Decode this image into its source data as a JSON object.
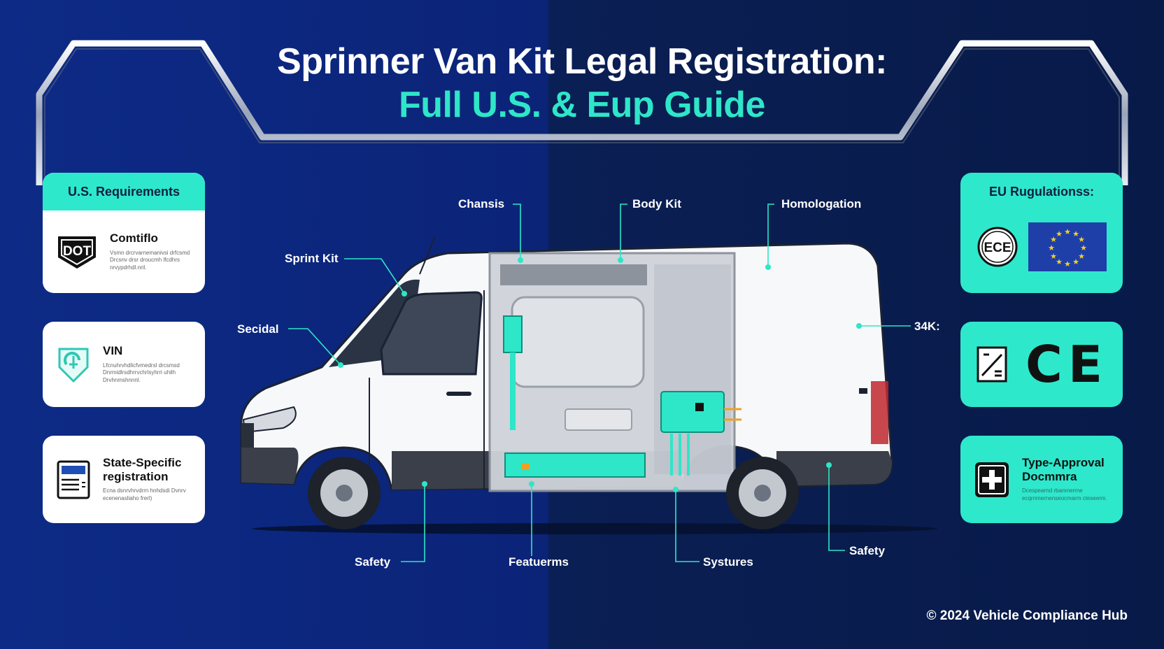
{
  "title": {
    "line1": "Sprinner Van Kit Legal Registration:",
    "line2": "Full U.S. & Eup Guide"
  },
  "us_panel": {
    "header": "U.S. Requirements",
    "cards": [
      {
        "icon": "dot-shield-icon",
        "icon_text": "DOT",
        "title": "Comtiflo",
        "desc": "Vsmn drcrvarnemanivsi drfcsmd Drcsnv drsr droucmh lfcdhrs nrvypdrhdl.nril."
      },
      {
        "icon": "vin-shield-icon",
        "title": "VIN",
        "desc": "Lfcnuhrvhdlicfvmedrsl drcsmsd Dnrmidlrsdhrrvchrlsyhrri uhilh Drvhnmshnnnl."
      },
      {
        "icon": "registration-document-icon",
        "title": "State-Specific registration",
        "desc": "Ecna dsnrvhrvdrrn hnhdsdi Dvnrv ecenenasliaho frerl)"
      }
    ]
  },
  "eu_panel": {
    "header": "EU Rugulationss:",
    "cards": [
      {
        "icon": "ece-badge-icon",
        "icon_text": "ECE",
        "flag": "eu-flag-icon"
      },
      {
        "icon": "signature-document-icon",
        "mark": "CE"
      },
      {
        "icon": "medical-cross-icon",
        "title": "Type-Approval Docmmra",
        "desc": "Dcespearnd rbamnerrne ecqrnmernenseocmarm cteseerm."
      }
    ]
  },
  "diagram_labels": {
    "chassis": "Chansis",
    "body_kit": "Body Kit",
    "homologation": "Homologation",
    "sprint_kit": "Sprint Kit",
    "secidal": "Secidal",
    "weight": "34K:",
    "safety_left": "Safety",
    "featuerms": "Featuerms",
    "systures": "Systures",
    "safety_right": "Safety"
  },
  "footer": "© 2024 Vehicle Compliance Hub",
  "colors": {
    "accent_teal": "#2ee6c8",
    "bg_left": "#0d2a86",
    "bg_right": "#081a48",
    "white": "#ffffff"
  }
}
